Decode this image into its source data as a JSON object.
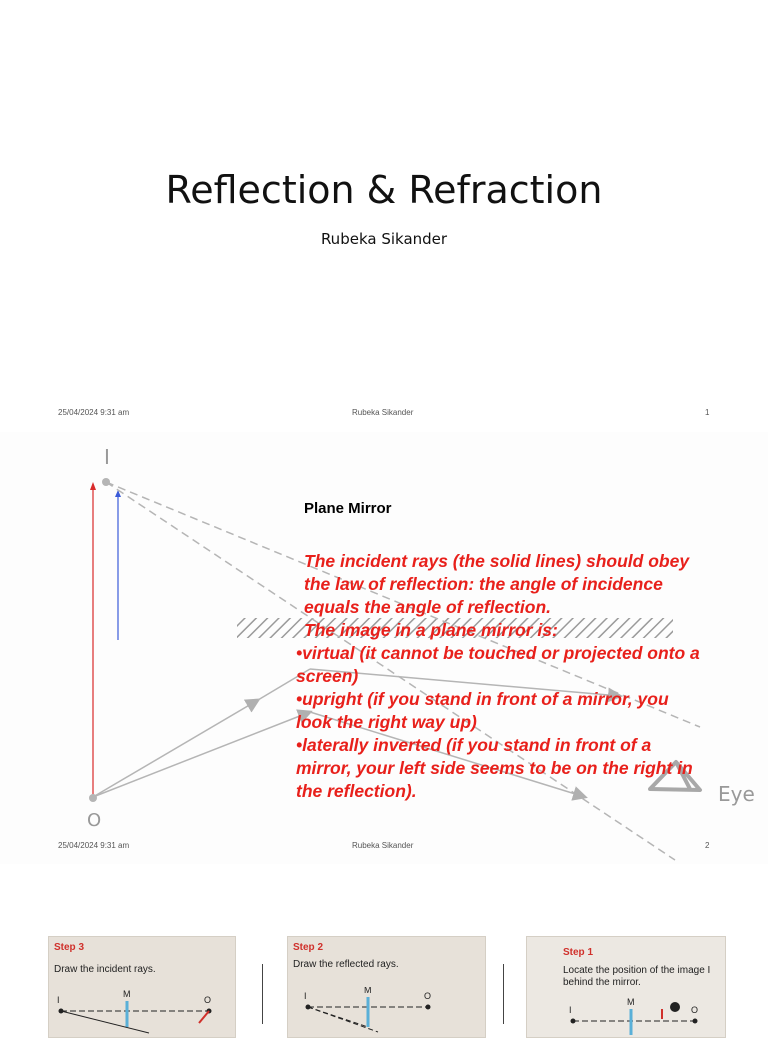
{
  "slide1": {
    "title": "Reflection & Refraction",
    "subtitle": "Rubeka Sikander",
    "footer": {
      "date": "25/04/2024 9:31 am",
      "author": "Rubeka Sikander",
      "page": "1"
    }
  },
  "slide2": {
    "labels": {
      "image": "I",
      "object": "O",
      "eye": "Eye"
    },
    "heading": "Plane Mirror",
    "body": {
      "p1": "The incident rays (the solid lines) should obey the law of reflection: the angle of incidence equals the angle of reflection.",
      "p2": "The image in a plane mirror is:",
      "b1": "•virtual (it cannot be touched or projected onto a screen)",
      "b2": "•upright (if you stand in front of a mirror, you look the right way up)",
      "b3": "•laterally inverted (if you stand in front of a mirror, your left side seems to be on the right in the reflection)."
    },
    "footer": {
      "date": "25/04/2024 9:31 am",
      "author": "Rubeka Sikander",
      "page": "2"
    }
  },
  "slide3": {
    "thumbs": [
      {
        "step": "Step 3",
        "desc": "Draw the incident rays."
      },
      {
        "step": "Step 2",
        "desc": "Draw the reflected rays."
      },
      {
        "step": "Step 1",
        "desc": "Locate the position of the image I behind the mirror."
      }
    ],
    "diagram_labels": {
      "image": "I",
      "mirror": "M",
      "object": "O"
    }
  },
  "colors": {
    "accent_red": "#e8201b",
    "ray_gray": "#b5b5b5",
    "normal_red": "#d92b2b",
    "normal_blue": "#3a5bd9"
  }
}
